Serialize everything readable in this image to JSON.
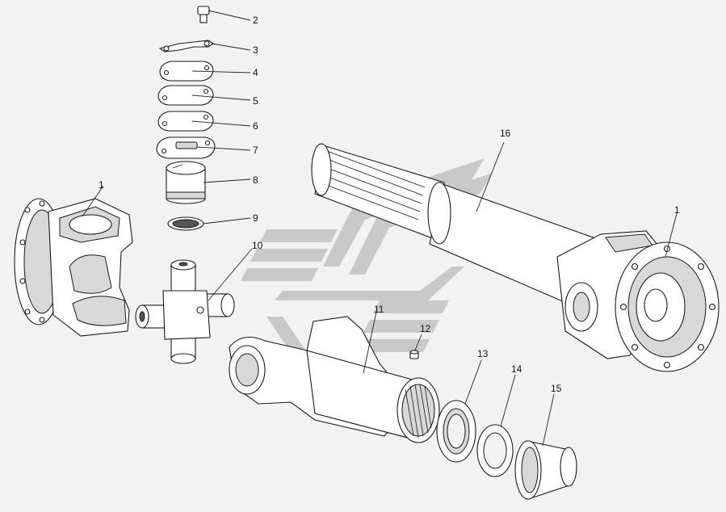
{
  "diagram": {
    "callouts": [
      {
        "id": "c1a",
        "label": "1"
      },
      {
        "id": "c1b",
        "label": "1"
      },
      {
        "id": "c2",
        "label": "2"
      },
      {
        "id": "c3",
        "label": "3"
      },
      {
        "id": "c4",
        "label": "4"
      },
      {
        "id": "c5",
        "label": "5"
      },
      {
        "id": "c6",
        "label": "6"
      },
      {
        "id": "c7",
        "label": "7"
      },
      {
        "id": "c8",
        "label": "8"
      },
      {
        "id": "c9",
        "label": "9"
      },
      {
        "id": "c10",
        "label": "10"
      },
      {
        "id": "c11",
        "label": "11"
      },
      {
        "id": "c12",
        "label": "12"
      },
      {
        "id": "c13",
        "label": "13"
      },
      {
        "id": "c14",
        "label": "14"
      },
      {
        "id": "c15",
        "label": "15"
      },
      {
        "id": "c16",
        "label": "16"
      }
    ],
    "colors": {
      "background": "#f2f2f2",
      "line": "#1a1a1a",
      "watermark": "#c9c9c9"
    }
  }
}
